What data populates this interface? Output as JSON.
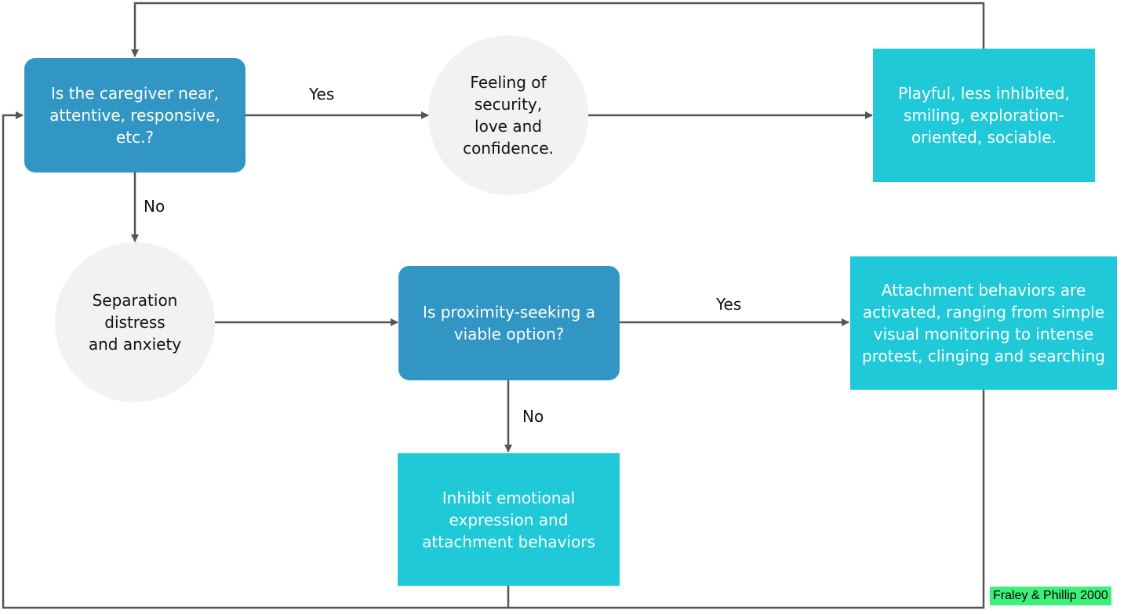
{
  "nodes": {
    "caregiver_question": "Is the caregiver near,\nattentive, responsive,\netc.?",
    "security_feeling": "Feeling of\nsecurity,\nlove and\nconfidence.",
    "playful_outcome": "Playful, less inhibited,\nsmiling, exploration-\noriented, sociable.",
    "separation_distress": "Separation\ndistress\nand anxiety",
    "proximity_question": "Is proximity-seeking a\nviable option?",
    "attachment_activated": "Attachment behaviors are\nactivated, ranging from simple\nvisual monitoring to intense\nprotest, clinging and searching",
    "inhibit_expression": "Inhibit emotional\nexpression and\nattachment behaviors"
  },
  "edge_labels": {
    "caregiver_yes": "Yes",
    "caregiver_no": "No",
    "proximity_yes": "Yes",
    "proximity_no": "No"
  },
  "citation": "Fraley & Phillip 2000",
  "colors": {
    "decision": "#3296c4",
    "state": "#f2f2f2",
    "outcome": "#1fc9d8",
    "connector": "#555555",
    "citation_bg": "#3ef079"
  }
}
